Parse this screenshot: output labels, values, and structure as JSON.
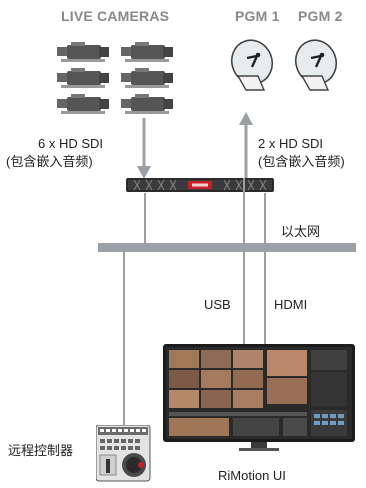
{
  "sources": {
    "title": "LIVE CAMERAS",
    "camera_count": 6
  },
  "outputs": [
    {
      "label": "PGM 1",
      "icon": "satellite-dish-icon"
    },
    {
      "label": "PGM 2",
      "icon": "satellite-dish-icon"
    }
  ],
  "links": {
    "input": {
      "line1": "6 x HD SDI",
      "line2": "(包含嵌入音频)"
    },
    "output": {
      "line1": "2 x HD SDI",
      "line2": "(包含嵌入音频)"
    },
    "ethernet": "以太网",
    "usb": "USB",
    "hdmi": "HDMI"
  },
  "devices": {
    "controller": "远程控制器",
    "ui": "RiMotion UI"
  },
  "colors": {
    "accent": "#c7202b",
    "line": "#9aa0a6",
    "header": "#8a8a8a"
  }
}
